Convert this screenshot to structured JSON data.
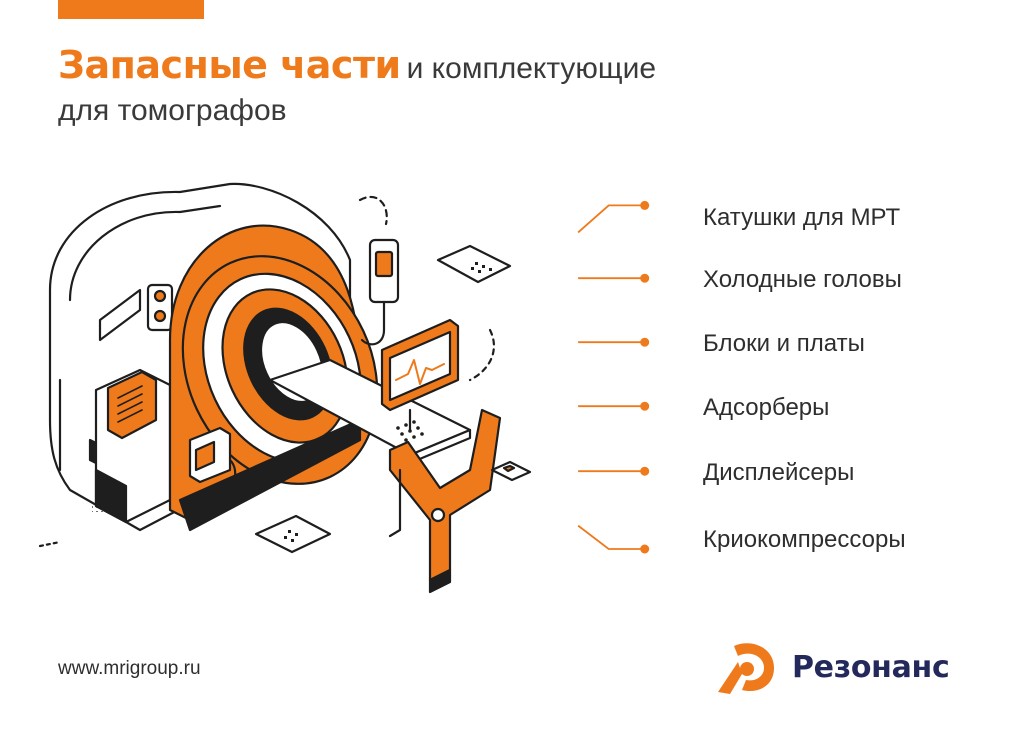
{
  "header": {
    "title_accent": "Запасные части",
    "title_rest": "и комплектующие",
    "subtitle": "для томографов"
  },
  "parts_list": [
    {
      "label": "Катушки для МРТ",
      "connector": "diagonal-up"
    },
    {
      "label": "Холодные головы",
      "connector": "straight"
    },
    {
      "label": "Блоки и платы",
      "connector": "straight"
    },
    {
      "label": "Адсорберы",
      "connector": "straight"
    },
    {
      "label": "Дисплейсеры",
      "connector": "straight"
    },
    {
      "label": "Криокомпрессоры",
      "connector": "diagonal-down"
    }
  ],
  "footer": {
    "website": "www.mrigroup.ru",
    "logo_text": "Резонанс"
  },
  "colors": {
    "accent": "#ef7a1c",
    "text": "#2e2e2e",
    "logo_text": "#24295b",
    "outline": "#1e1e1e"
  },
  "icons": {
    "illustration": "mri-scanner-illustration",
    "logo_mark": "resonance-logo-mark"
  }
}
